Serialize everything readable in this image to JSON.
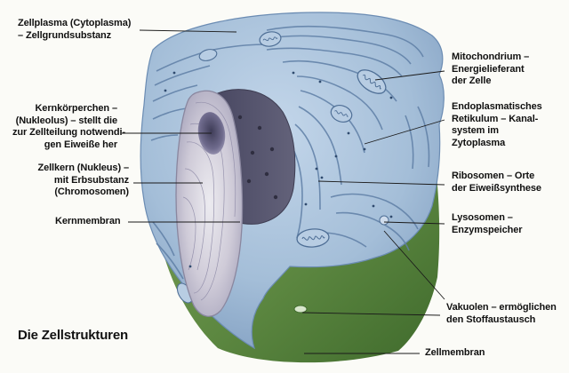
{
  "title": "Die Zellstrukturen",
  "labels": {
    "cytoplasm": "Zellplasma (Cytoplasma)\n– Zellgrundsubstanz",
    "mitochondrion": "Mitochondrium –\nEnergielieferant\nder Zelle",
    "nucleolus": "Kernkörperchen –\n(Nukleolus) – stellt die\nzur Zellteilung notwendi-\ngen Eiweiße her",
    "er": "Endoplasmatisches\nRetikulum – Kanal-\nsystem im\nZytoplasma",
    "nucleus": "Zellkern (Nukleus) –\nmit Erbsubstanz\n(Chromosomen)",
    "ribosomes": "Ribosomen – Orte\nder Eiweißsynthese",
    "nuclear_membrane": "Kernmembran",
    "lysosomes": "Lysosomen –\nEnzymspeicher",
    "vacuoles": "Vakuolen – ermöglichen\nden Stoffaustausch",
    "cell_membrane": "Zellmembran"
  },
  "colors": {
    "cytoplasm": "#a9c2dc",
    "er_membrane": "#5f7fa6",
    "nucleus_body": "#d9d4dc",
    "nucleolus": "#6d6a88",
    "nucleus_cut": "#55546a",
    "membrane_outer": "#5f8a45",
    "leader_line": "#1a1a1a"
  }
}
